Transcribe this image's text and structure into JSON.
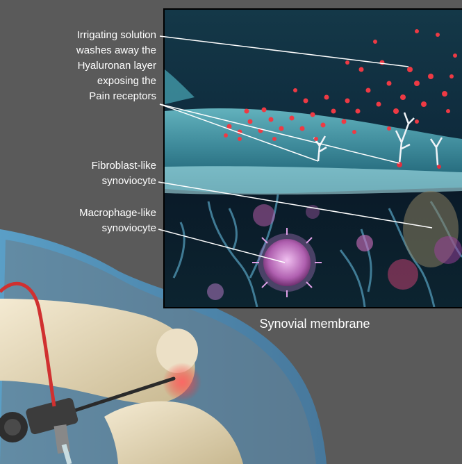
{
  "labels": {
    "irrigating_solution": [
      "Irrigating solution",
      "washes away the",
      "Hyaluronan layer",
      "exposing the",
      "Pain receptors"
    ],
    "fibroblast": [
      "Fibroblast-like",
      "synoviocyte"
    ],
    "macrophage": [
      "Macrophage-like",
      "synoviocyte"
    ]
  },
  "caption": "Synovial membrane",
  "colors": {
    "background": "#5a5a5a",
    "inset_bg": "#0a1e2e",
    "hyaluronan_layer": "#5fd8e6",
    "particles": "#e8303a",
    "macrophage": "#c070c0",
    "bone": "#e8dcc0",
    "skin_glow": "#7cc8f0",
    "tube": "#d03030"
  }
}
